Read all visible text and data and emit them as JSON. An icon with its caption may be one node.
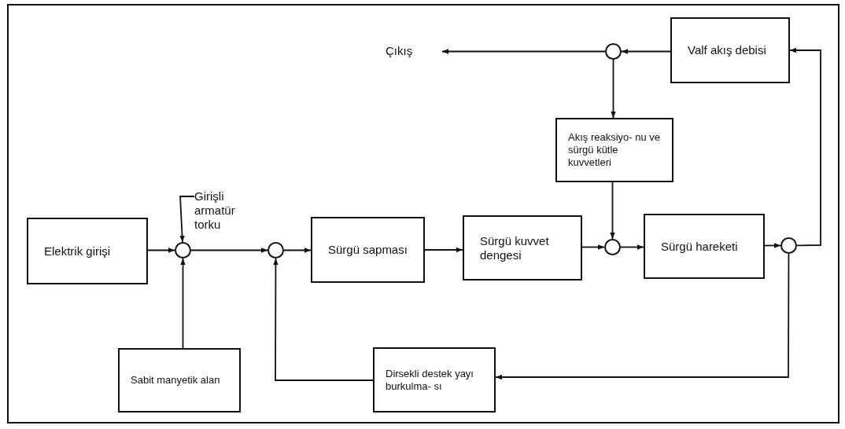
{
  "diagram": {
    "nodes": [
      {
        "text": [
          "Elektrik girişi"
        ]
      },
      {
        "text": [],
        "shape": "circle"
      },
      {
        "text": [
          "Sabit manyetik alan"
        ]
      },
      {
        "text": [
          "Girişli armatür torku"
        ]
      },
      {
        "text": [],
        "shape": "circle"
      },
      {
        "text": [
          "Sürgü sapması"
        ]
      },
      {
        "text": [
          "Sürgü kuvvet dengesi"
        ]
      },
      {
        "text": [],
        "shape": "circle"
      },
      {
        "text": [
          "Sürgü hareketi"
        ]
      },
      {
        "text": [],
        "shape": "circle"
      },
      {
        "text": [
          "Valf akış debisi"
        ]
      },
      {
        "text": [],
        "shape": "circle"
      },
      {
        "text": [
          "Çıkış"
        ]
      },
      {
        "text": [
          "Akış reaksiyo- nu ve sürgü kütle kuvvetleri"
        ]
      },
      {
        "text": [
          "Dirsekli destek yayı burkulma- sı"
        ]
      }
    ],
    "edges": [
      {
        "from": 0,
        "to": 1,
        "arrow": "to"
      },
      {
        "from": 3,
        "to": 1,
        "arrow": "to"
      },
      {
        "from": 2,
        "to": 1,
        "arrow": "to"
      },
      {
        "from": 1,
        "to": 4,
        "arrow": "to"
      },
      {
        "from": 4,
        "to": 5,
        "arrow": "to"
      },
      {
        "from": 5,
        "to": 6,
        "arrow": "to"
      },
      {
        "from": 6,
        "to": 7,
        "arrow": "to"
      },
      {
        "from": 7,
        "to": 8,
        "arrow": "to"
      },
      {
        "from": 8,
        "to": 9,
        "arrow": "to"
      },
      {
        "from": 9,
        "to": 10,
        "arrow": "to"
      },
      {
        "from": 10,
        "to": 11,
        "arrow": "to"
      },
      {
        "from": 11,
        "to": 12,
        "arrow": "to"
      },
      {
        "from": 11,
        "to": 13,
        "arrow": "to"
      },
      {
        "from": 13,
        "to": 7,
        "arrow": "to"
      },
      {
        "from": 9,
        "to": 14,
        "arrow": "to"
      },
      {
        "from": 14,
        "to": 4,
        "arrow": "to"
      }
    ]
  }
}
